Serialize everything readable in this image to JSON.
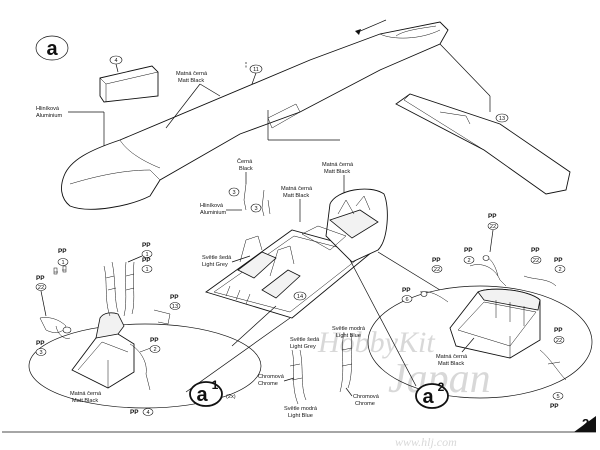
{
  "page": {
    "view_label": "a",
    "page_number": "2",
    "sub_a1": {
      "letter": "a",
      "index": "1",
      "qty": "(2x)"
    },
    "sub_a2": {
      "letter": "a",
      "index": "2"
    }
  },
  "callouts": {
    "p4": "4",
    "p11": "11",
    "p13": "13",
    "p3a": "3",
    "p3b": "3",
    "p14": "14",
    "pp1a": "1",
    "pp1b": "1",
    "pp22a": "22",
    "pp3": "3",
    "pp13": "13",
    "pp2": "2",
    "pp4": "4",
    "r22a": "22",
    "r2a": "2",
    "r22b": "22",
    "r2b": "2",
    "r6": "6",
    "r22c": "22",
    "r22d": "22",
    "r5": "5"
  },
  "labels": {
    "pp": "PP",
    "aluminium_cz": "Hliníková",
    "aluminium_en": "Aluminium",
    "matt_black_cz": "Matná černá",
    "matt_black_en": "Matt Black",
    "black_cz": "Černá",
    "black_en": "Black",
    "light_grey_cz": "Světle šedá",
    "light_grey_en": "Light Grey",
    "light_blue_cz": "Světle modrá",
    "light_blue_en": "Light Blue",
    "chrome_cz": "Chromová",
    "chrome_en": "Chrome"
  },
  "watermark": {
    "line1": "HobbyKit",
    "line2": "Japan",
    "url": "www.hlj.com"
  }
}
